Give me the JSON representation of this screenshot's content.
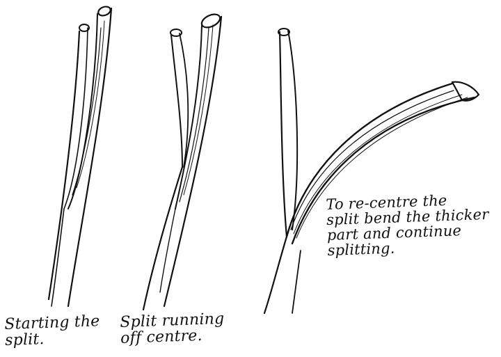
{
  "captions": {
    "starting": "Starting the\nsplit.",
    "off_centre": "Split running\noff centre.",
    "recentre": "To re-centre the\nsplit bend the thicker\npart and continue\nsplitting."
  },
  "colors": {
    "ink": "#111111",
    "paper": "#ffffff"
  }
}
